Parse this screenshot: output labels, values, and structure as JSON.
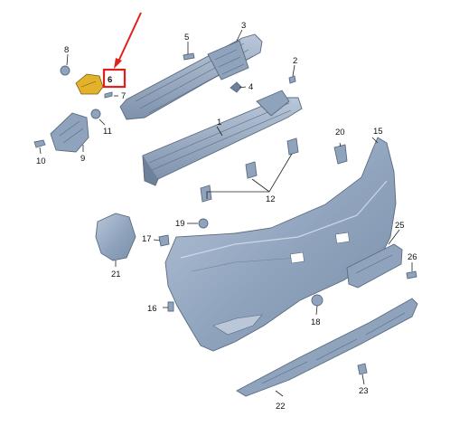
{
  "diagram": {
    "callouts": {
      "c1": "1",
      "c2": "2",
      "c3": "3",
      "c4": "4",
      "c5": "5",
      "c6": "6",
      "c7": "7",
      "c8": "8",
      "c9": "9",
      "c10": "10",
      "c11": "11",
      "c12": "12",
      "c15": "15",
      "c16": "16",
      "c17": "17",
      "c18": "18",
      "c19": "19",
      "c20": "20",
      "c21": "21",
      "c22": "22",
      "c23": "23",
      "c25": "25",
      "c26": "26"
    },
    "colors": {
      "part_fill": "#8fa3bd",
      "part_light": "#b9c7d9",
      "part_dark": "#6d819b",
      "highlight_part": "#e3b22b",
      "highlight_box": "#e0201b",
      "arrow": "#e0201b",
      "text": "#111111"
    }
  }
}
